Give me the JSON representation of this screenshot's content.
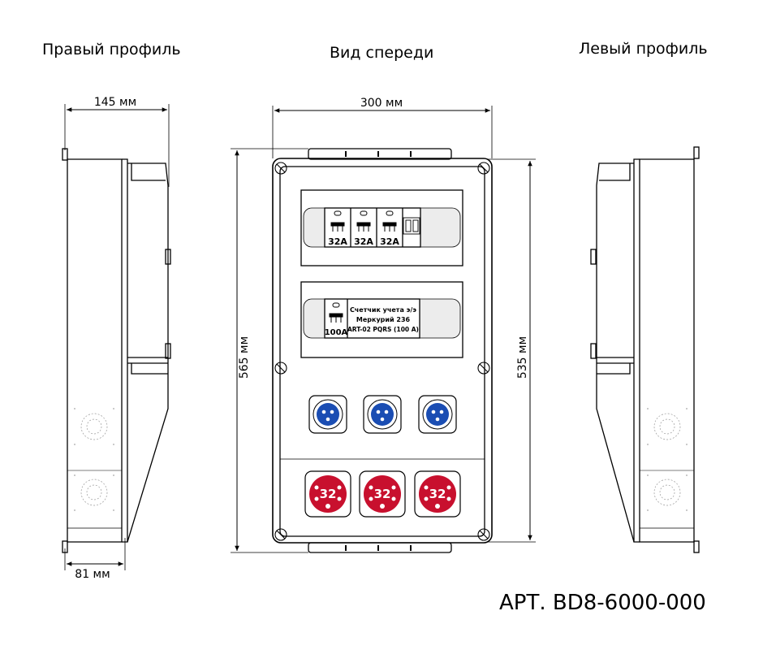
{
  "views": {
    "right_profile": "Правый профиль",
    "front": "Вид спереди",
    "left_profile": "Левый профиль"
  },
  "dimensions": {
    "depth_top": "145 мм",
    "depth_bottom": "81 мм",
    "width": "300 мм",
    "height_total": "565 мм",
    "height_body": "535 мм"
  },
  "breakers": {
    "upper": [
      "32A",
      "32A",
      "32A"
    ],
    "lower": "100A"
  },
  "meter": {
    "line1": "Счетчик учета э/э",
    "line2": "Меркурий 236",
    "line3": "ART-02 PQRS (100 A)"
  },
  "socket_rating": "32",
  "article": "АРТ. BD8-6000-000",
  "colors": {
    "blue_socket": "#1a4db3",
    "red_socket": "#c8102e"
  }
}
